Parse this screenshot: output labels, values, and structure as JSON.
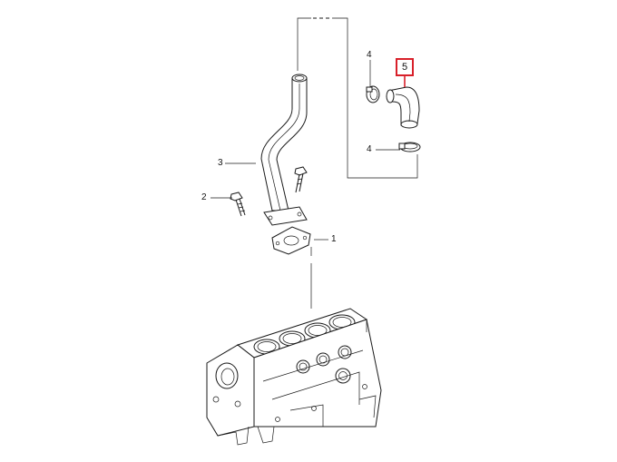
{
  "callouts": {
    "c1": "1",
    "c2": "2",
    "c3": "3",
    "c4_top": "4",
    "c4_bottom": "4",
    "c5": "5"
  },
  "colors": {
    "highlight": "#d8202a",
    "line": "#1a1a1a",
    "background": "#ffffff"
  }
}
